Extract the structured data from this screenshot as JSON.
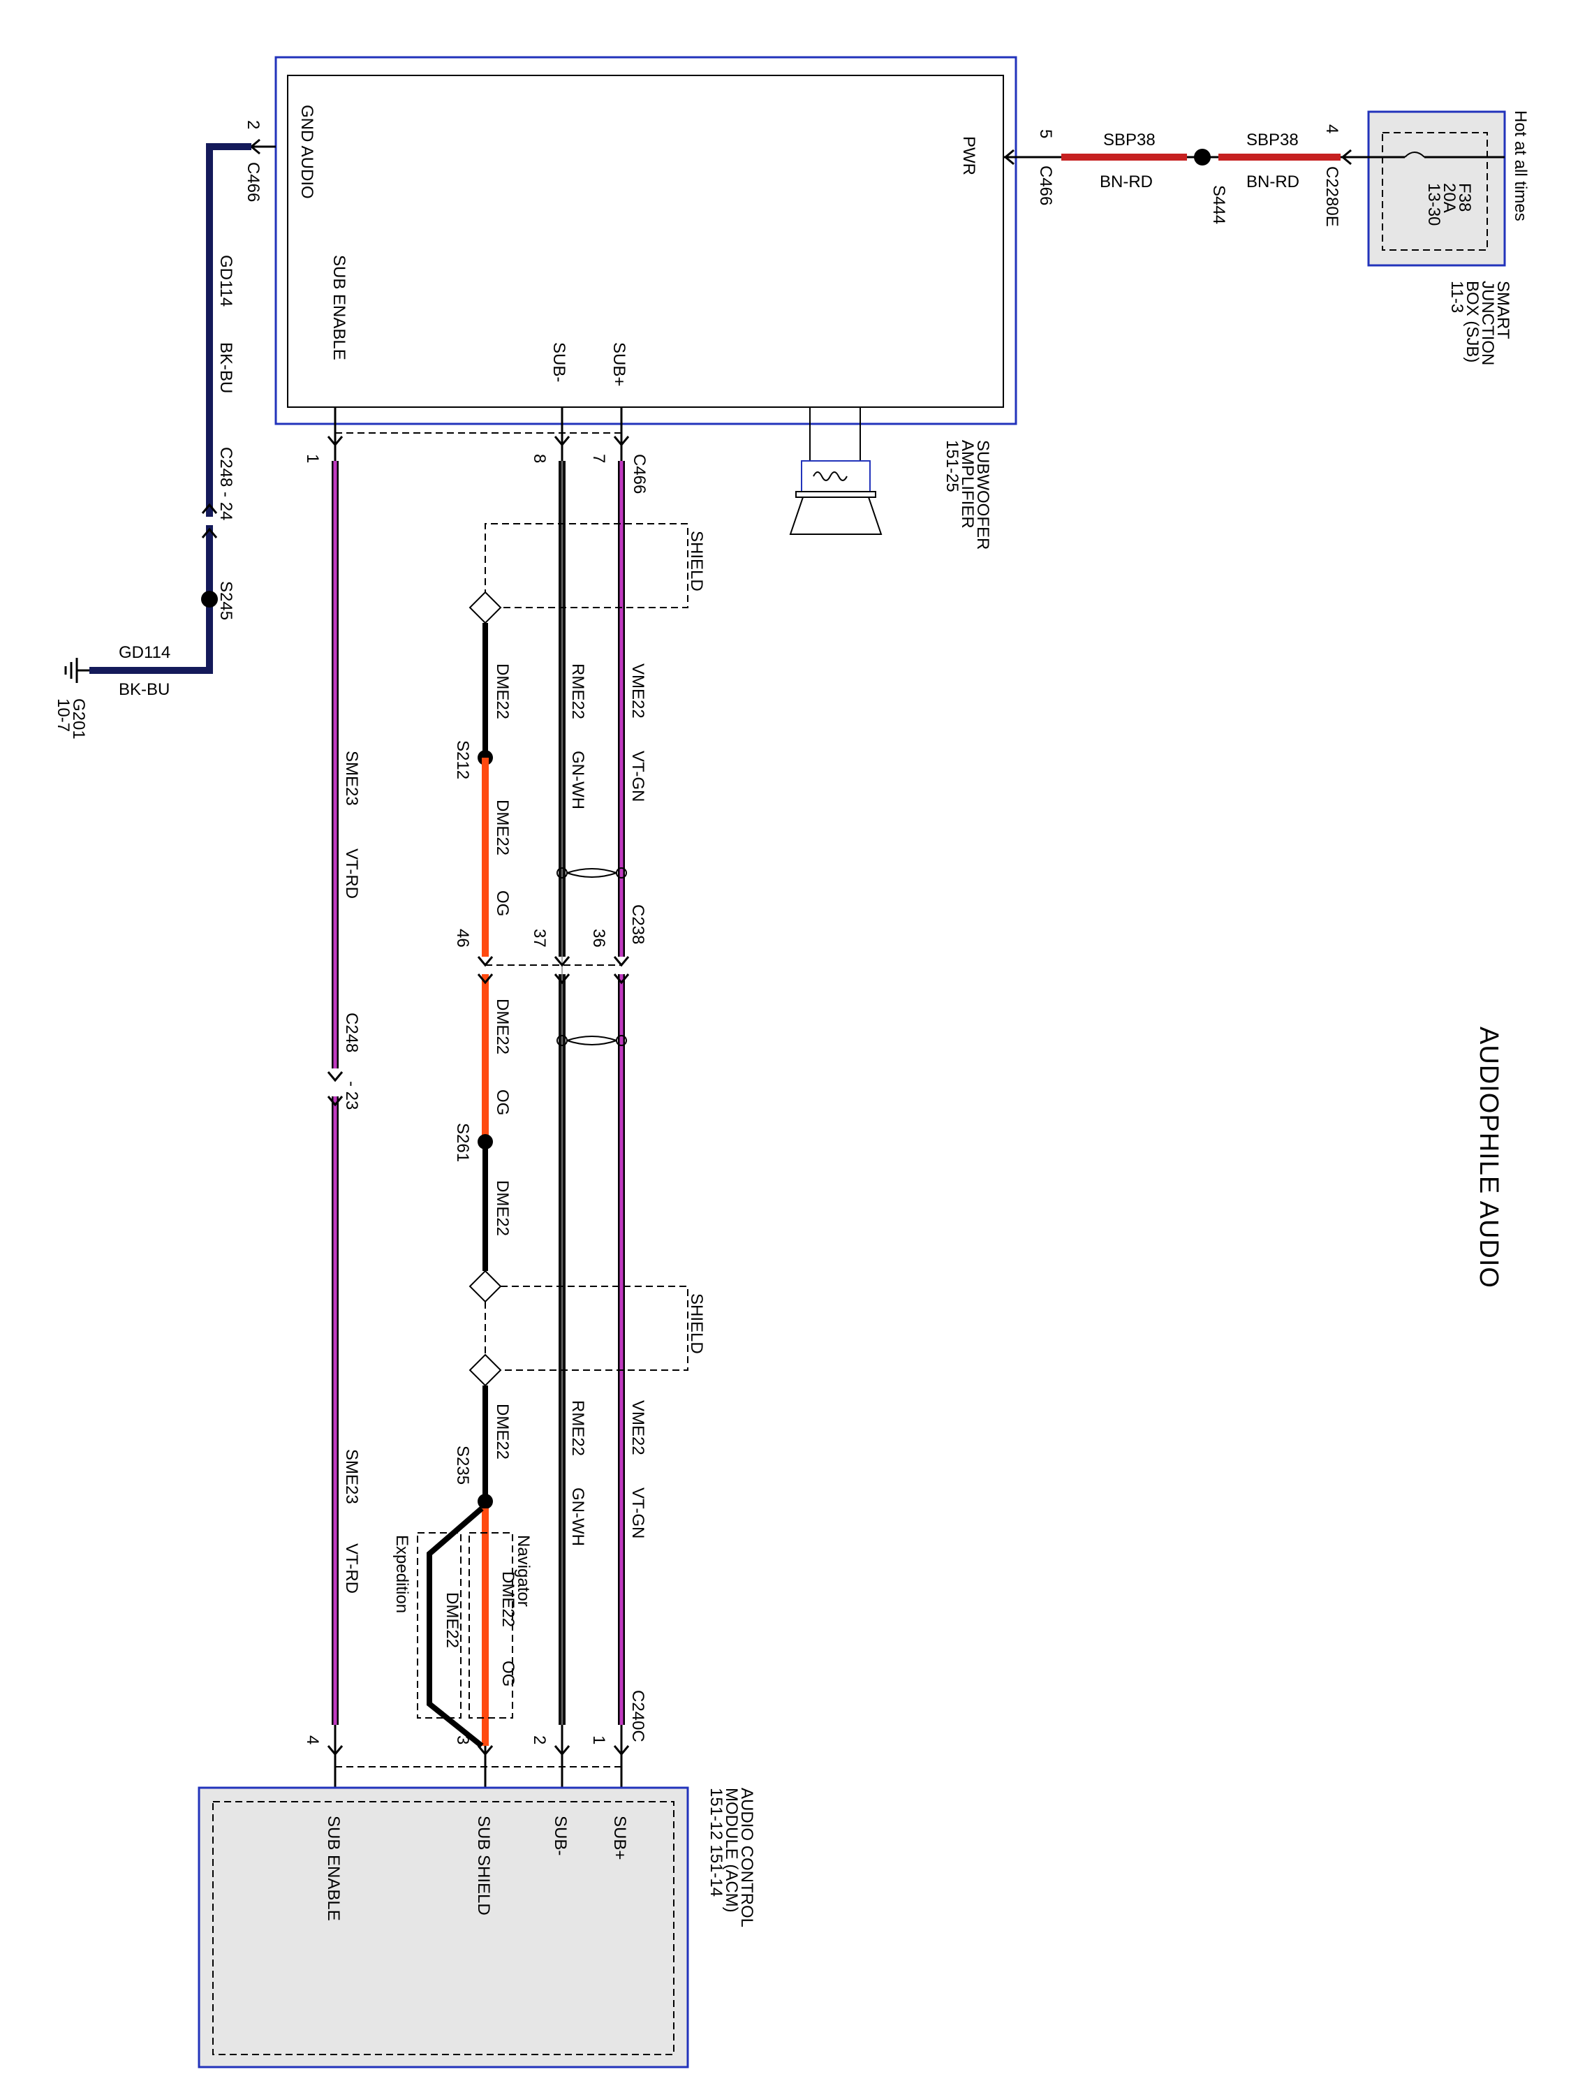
{
  "title": "AUDIOPHILE AUDIO",
  "power_note": "Hot at all times",
  "sjb": {
    "name_lines": [
      "SMART",
      "JUNCTION",
      "BOX (SJB)",
      "11-3"
    ],
    "fuse_lines": [
      "F38",
      "20A",
      "13-30"
    ],
    "pin": "4",
    "connector": "C2280E"
  },
  "pwr_wire": {
    "circuit_a": "SBP38",
    "color_a": "BN-RD",
    "circuit_b": "SBP38",
    "color_b": "BN-RD",
    "splice": "S444",
    "pin": "5",
    "connector": "C466"
  },
  "amplifier": {
    "name_lines": [
      "SUBWOOFER",
      "AMPLIFIER",
      "151-25"
    ],
    "pins": {
      "pwr": "PWR",
      "gnd": "GND AUDIO",
      "sub_enable": "SUB ENABLE",
      "sub_minus": "SUB-",
      "sub_plus": "SUB+"
    },
    "connector": "C466",
    "pin_numbers": {
      "gnd": "2",
      "sub_enable": "1",
      "sub_minus": "8",
      "sub_plus": "7"
    }
  },
  "ground": {
    "connector": "C466",
    "circuit": "GD114",
    "color": "BK-BU",
    "inline_connector": "C248 - 24",
    "splice": "S245",
    "circuit2": "GD114",
    "color2": "BK-BU",
    "ground_point_lines": [
      "G201",
      "10-7"
    ]
  },
  "wires": {
    "vme22": "VME22",
    "vt_gn": "VT-GN",
    "rme22": "RME22",
    "gn_wh": "GN-WH",
    "dme22": "DME22",
    "og": "OG",
    "sme23": "SME23",
    "vt_rd": "VT-RD",
    "shield": "SHIELD",
    "s212": "S212",
    "s261": "S261",
    "s235": "S235",
    "c238": "C238",
    "c238_pins": [
      "36",
      "37",
      "46"
    ],
    "c248": "C248",
    "c248_pin": "- 23",
    "c240c": "C240C",
    "navigator": "Navigator",
    "expedition": "Expedition"
  },
  "acm": {
    "name_lines": [
      "AUDIO CONTROL",
      "MODULE (ACM)",
      "151-12  151-14"
    ],
    "pins": {
      "sub_plus": "SUB+",
      "sub_minus": "SUB-",
      "sub_shield": "SUB SHIELD",
      "sub_enable": "SUB ENABLE"
    },
    "pin_numbers": [
      "1",
      "2",
      "3",
      "4"
    ]
  },
  "colors": {
    "brown_red": "#c62020",
    "violet": "#c03ac0",
    "green_white": "#101010",
    "orange": "#ff4a10",
    "black_blue": "#141a5a",
    "frame_blue": "#2233bb"
  }
}
